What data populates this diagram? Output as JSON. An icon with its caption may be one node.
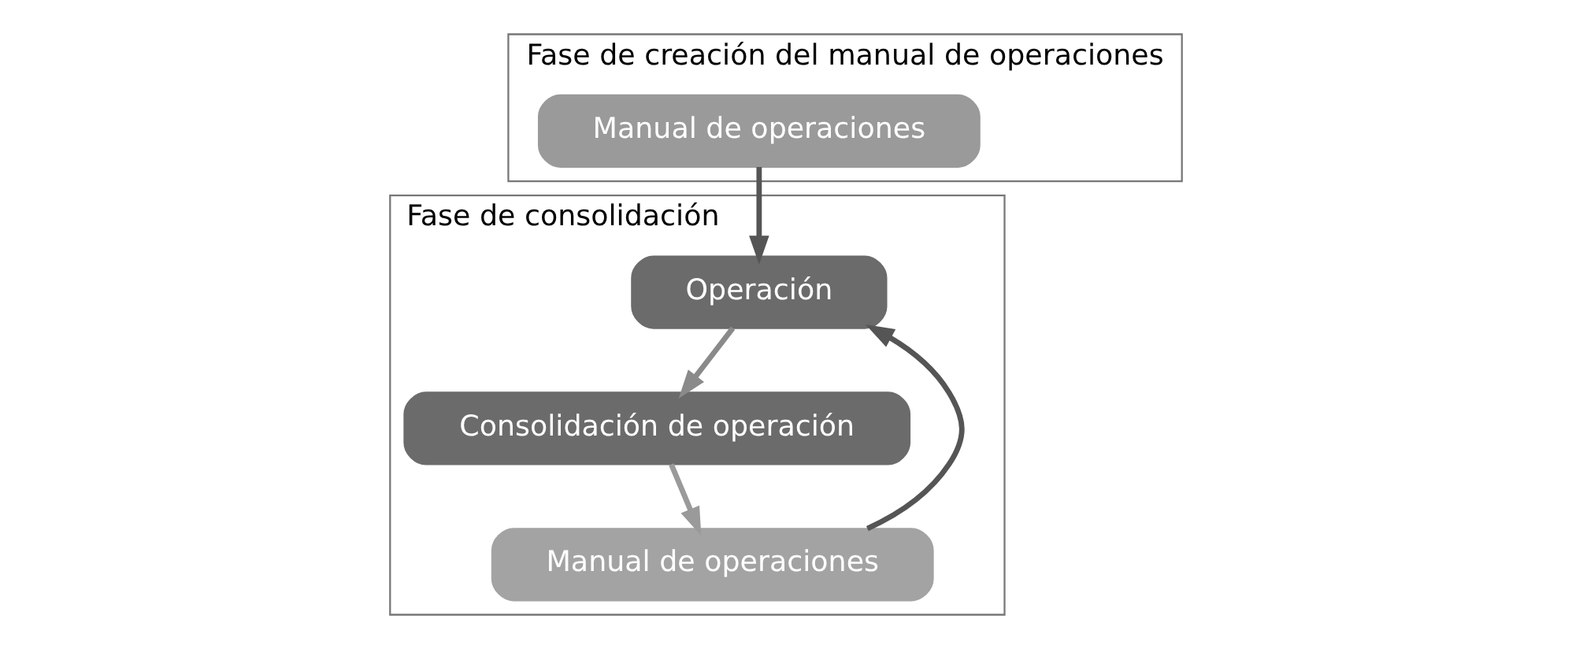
{
  "diagram": {
    "nodes": [
      {
        "text": [
          "Fase de creación del manual de operaciones"
        ]
      },
      {
        "text": [
          "Manual de operaciones"
        ],
        "in": 0
      },
      {
        "text": [
          "Fase de consolidación"
        ]
      },
      {
        "text": [
          "Operación"
        ],
        "in": 2
      },
      {
        "text": [
          "Consolidación de operación"
        ],
        "in": 2
      },
      {
        "text": [
          "Manual de operaciones"
        ],
        "in": 2
      }
    ],
    "edges": [
      {
        "from": 1,
        "to": 3,
        "arrow": "to",
        "color": "#555555"
      },
      {
        "from": 3,
        "to": 4,
        "arrow": "to",
        "color": "#8a8a8a"
      },
      {
        "from": 4,
        "to": 5,
        "arrow": "to",
        "color": "#9a9a9a"
      },
      {
        "from": 5,
        "to": 3,
        "arrow": "to",
        "color": "#555555"
      }
    ]
  }
}
